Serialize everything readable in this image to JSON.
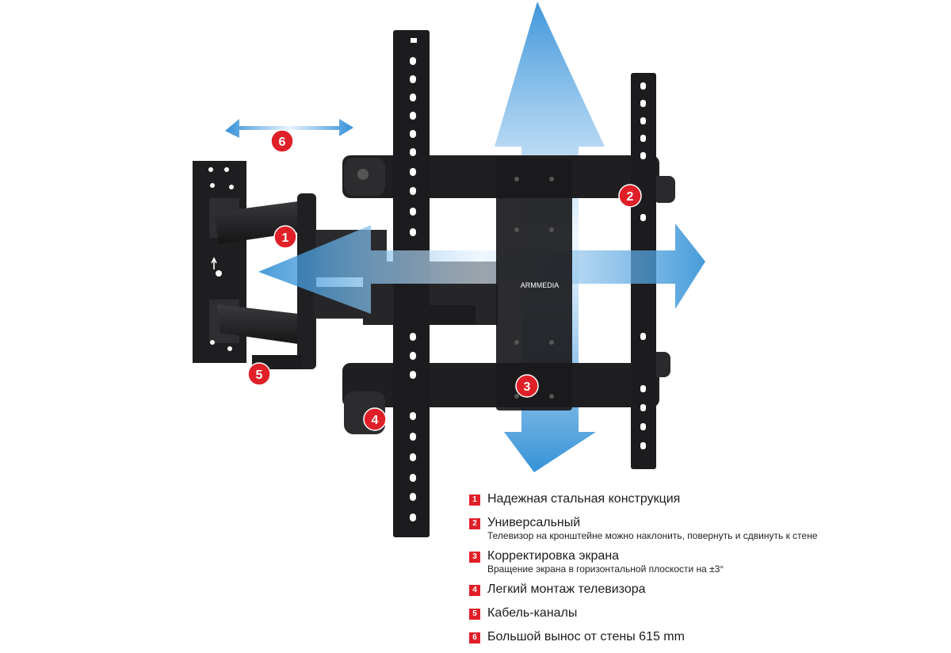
{
  "brand_logo": "ARMMEDIA",
  "colors": {
    "marker_red": "#e02028",
    "arrow_blue": "#1f86d2",
    "arrow_light": "#dcefff",
    "metal_dark": "#1c1c1e",
    "metal_mid": "#2b2b2e"
  },
  "markers": [
    {
      "number": "1"
    },
    {
      "number": "2"
    },
    {
      "number": "3"
    },
    {
      "number": "4"
    },
    {
      "number": "5"
    },
    {
      "number": "6"
    }
  ],
  "features": [
    {
      "number": "1",
      "title": "Надежная стальная конструкция",
      "subtitle": ""
    },
    {
      "number": "2",
      "title": "Универсальный",
      "subtitle": "Телевизор на кронштейне можно наклонить, повернуть и сдвинуть к стене"
    },
    {
      "number": "3",
      "title": "Корректировка экрана",
      "subtitle": "Вращение экрана в горизонтальной плоскости на ±3°"
    },
    {
      "number": "4",
      "title": "Легкий монтаж телевизора",
      "subtitle": ""
    },
    {
      "number": "5",
      "title": "Кабель-каналы",
      "subtitle": ""
    },
    {
      "number": "6",
      "title": "Большой вынос от стены 615 mm",
      "subtitle": ""
    }
  ]
}
